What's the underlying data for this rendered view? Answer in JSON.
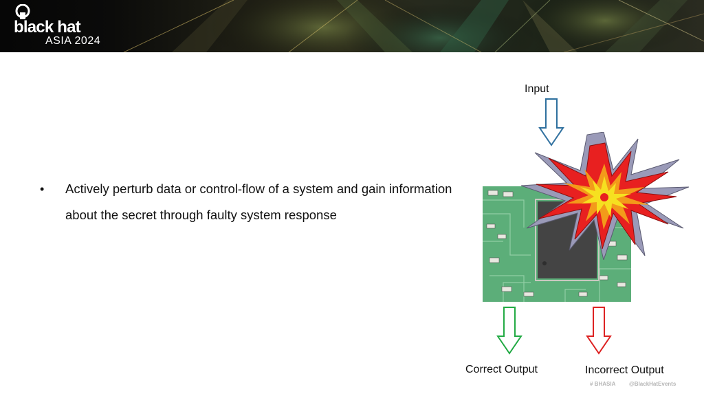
{
  "header": {
    "logo_word": "black hat",
    "logo_event": "ASIA 2024"
  },
  "bullets": [
    "Actively perturb data or control-flow of a system and gain information about the secret through faulty system response"
  ],
  "bullet_marker": "•",
  "diagram": {
    "input_label": "Input",
    "correct_output_label": "Correct Output",
    "incorrect_output_label": "Incorrect Output",
    "colors": {
      "input_arrow": "#2e6f9e",
      "correct_arrow": "#22aa44",
      "incorrect_arrow": "#dd2222",
      "burst_outer": "#9a9ab8",
      "burst_red": "#e82020",
      "burst_orange": "#f39a1a",
      "burst_yellow": "#f6e020",
      "pcb_green": "#5cae79",
      "chip": "#444444"
    }
  },
  "footer": {
    "hashtag": "# BHASIA",
    "handle": "@BlackHatEvents"
  }
}
